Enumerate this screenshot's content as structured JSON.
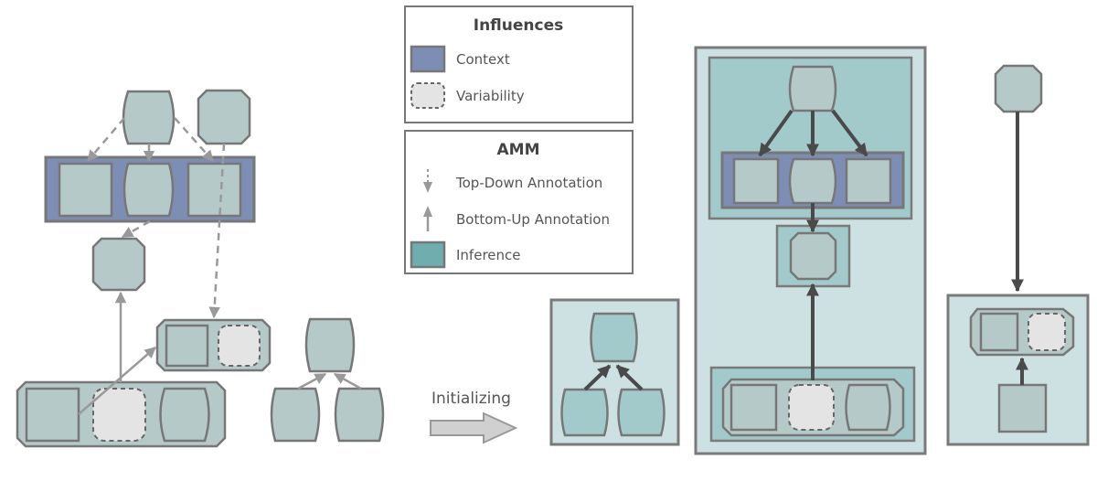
{
  "legend": {
    "influences": {
      "title": "Influences",
      "items": [
        {
          "label": "Context",
          "color": "#7d8db3"
        },
        {
          "label": "Variability",
          "color": "#e4e4e4"
        }
      ]
    },
    "amm": {
      "title": "AMM",
      "items": [
        {
          "label": "Top-Down Annotation"
        },
        {
          "label": "Bottom-Up Annotation"
        },
        {
          "label": "Inference",
          "color": "#6fadaf"
        }
      ]
    }
  },
  "transition": {
    "label": "Initializing"
  },
  "colors": {
    "node": "#b6c9c9",
    "context": "#7d8db3",
    "variability": "#e4e4e4",
    "inference": "#a3cacb",
    "inference_outer": "#cde1e2"
  }
}
